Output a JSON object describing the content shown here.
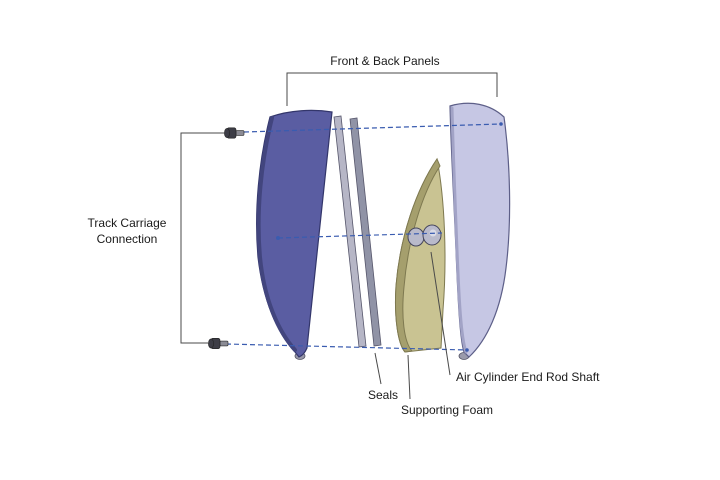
{
  "labels": {
    "front_back_panels": "Front & Back Panels",
    "track_carriage_line1": "Track Carriage",
    "track_carriage_line2": "Connection",
    "seals": "Seals",
    "supporting_foam": "Supporting Foam",
    "air_cylinder_end_rod_shaft": "Air Cylinder End Rod Shaft"
  },
  "colors": {
    "background": "#ffffff",
    "front_panel": "#5a5da2",
    "front_panel_edge": "#42457e",
    "back_panel": "#c6c7e4",
    "back_panel_edge": "#a2a3c6",
    "foam": "#c9c392",
    "foam_edge": "#a59f6d",
    "seal_light": "#b6b6c6",
    "seal_dark": "#9093a6",
    "rod_shaft": "#b9bacb",
    "rod_shaft_highlight": "#dadbe6",
    "guide_line": "#3a5cb0",
    "callout_line": "#4a4a4a",
    "text": "#1a1a1a",
    "bolt": "#3d3d46",
    "bolt_shaft": "#8b8b94",
    "foot": "#9a9aab"
  }
}
